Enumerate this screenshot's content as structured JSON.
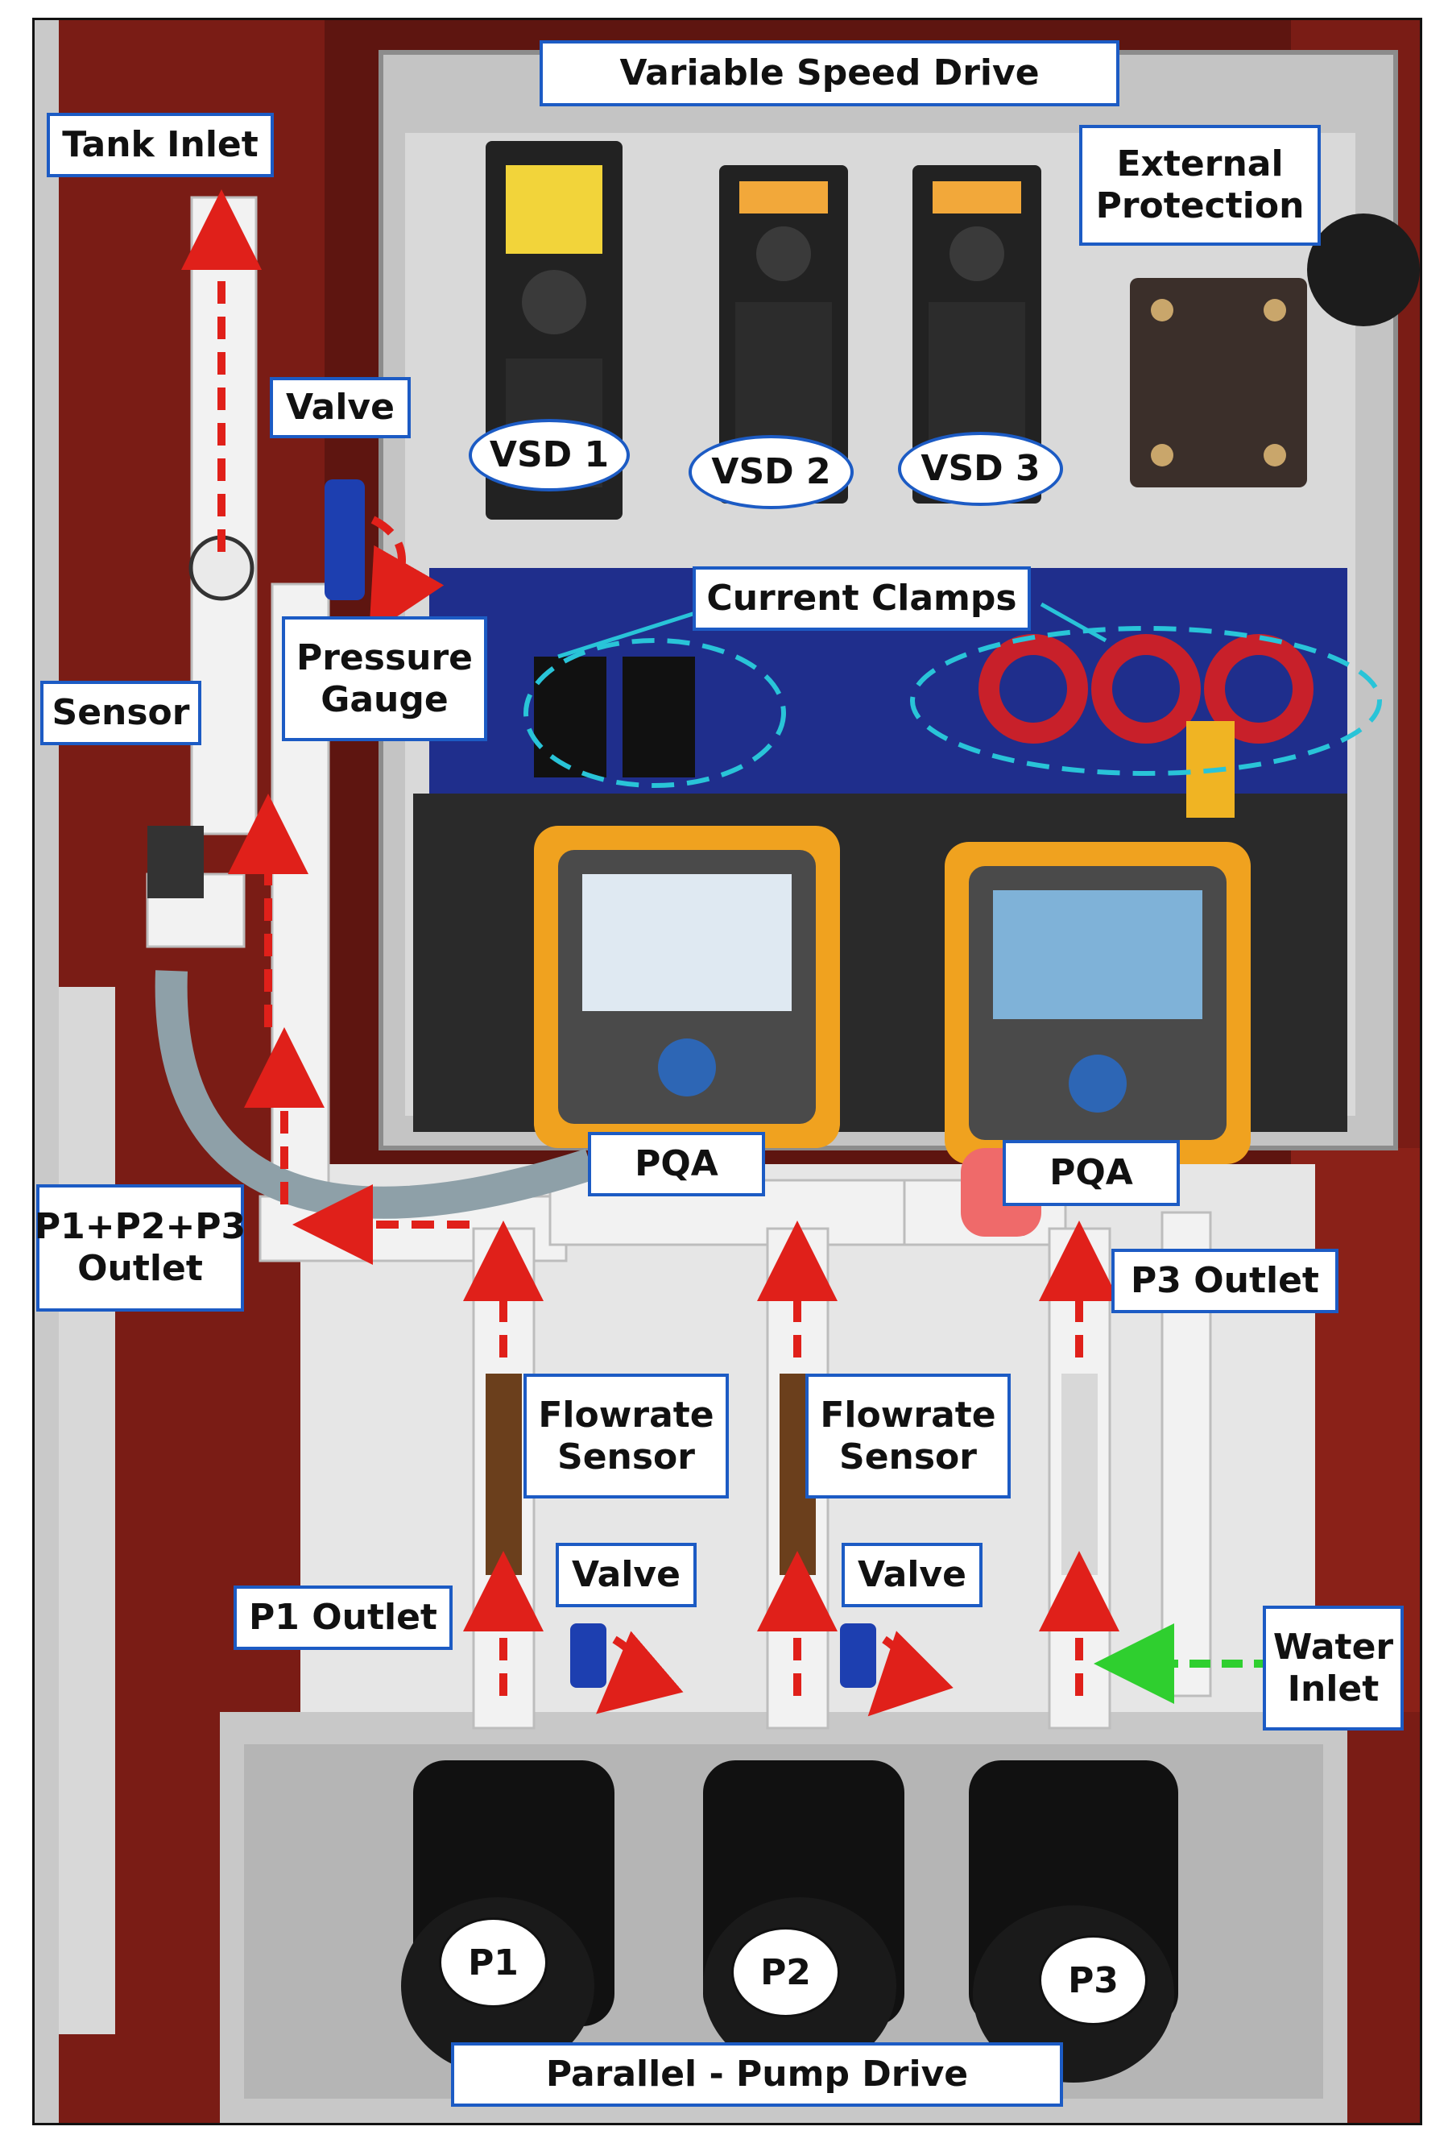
{
  "labels": {
    "variable_speed_drive": "Variable Speed Drive",
    "tank_inlet": "Tank Inlet",
    "external_protection": "External\nProtection",
    "valve_top": "Valve",
    "vsd1": "VSD 1",
    "vsd2": "VSD 2",
    "vsd3": "VSD 3",
    "current_clamps": "Current Clamps",
    "pressure_gauge": "Pressure\nGauge",
    "sensor": "Sensor",
    "pqa_left": "PQA",
    "pqa_right": "PQA",
    "combined_outlet": "P1+P2+P3\nOutlet",
    "p3_outlet": "P3 Outlet",
    "flowrate_sensor_left": "Flowrate\nSensor",
    "flowrate_sensor_right": "Flowrate\nSensor",
    "valve_left": "Valve",
    "valve_right": "Valve",
    "p1_outlet": "P1 Outlet",
    "water_inlet": "Water\nInlet",
    "pump1": "P1",
    "pump2": "P2",
    "pump3": "P3",
    "parallel_pump_drive": "Parallel - Pump Drive"
  },
  "colors": {
    "label_border": "#1c5bc4",
    "flow_arrow": "#e0201a",
    "inlet_arrow": "#2fcf2f",
    "clamp_ring": "#29c4d8",
    "cabinet_red": "#7a1c15",
    "panel_blue": "#1f2e8c"
  }
}
